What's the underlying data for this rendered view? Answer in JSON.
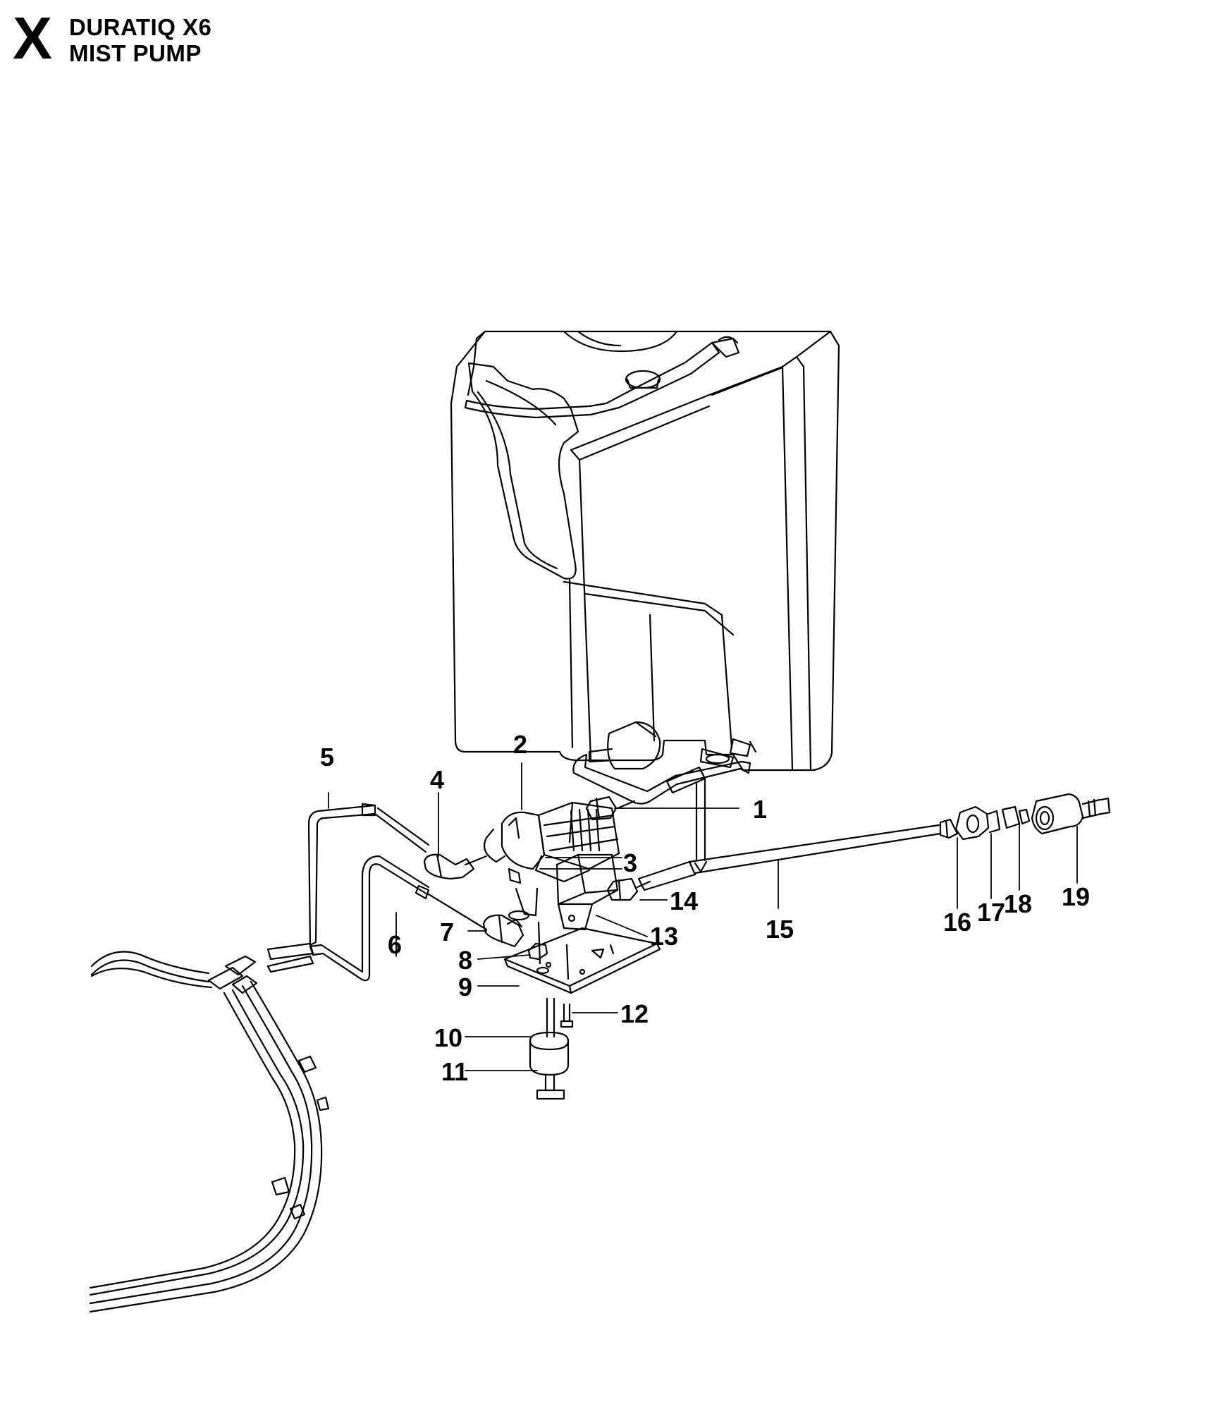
{
  "header": {
    "section_letter": "X",
    "model": "DURATIQ X6",
    "assembly": "MIST PUMP"
  },
  "callouts": [
    "1",
    "2",
    "3",
    "4",
    "5",
    "6",
    "7",
    "8",
    "9",
    "10",
    "11",
    "12",
    "13",
    "14",
    "15",
    "16",
    "17",
    "18",
    "19"
  ],
  "colors": {
    "line": "#000000",
    "background": "#ffffff"
  }
}
